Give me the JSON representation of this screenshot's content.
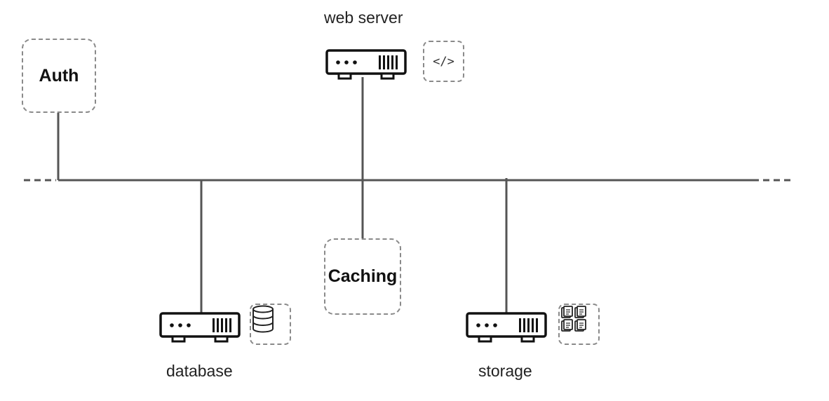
{
  "nodes": {
    "web_server": {
      "label": "web server",
      "badge_icon": "code-icon",
      "badge_text": "</>"
    },
    "database": {
      "label": "database",
      "badge_icon": "database-icon"
    },
    "storage": {
      "label": "storage",
      "badge_icon": "documents-icon"
    }
  },
  "services": {
    "auth": {
      "label": "Auth"
    },
    "caching": {
      "label": "Caching"
    }
  },
  "colors": {
    "line": "#555555",
    "dash": "#8a8a8a",
    "device": "#111111"
  }
}
